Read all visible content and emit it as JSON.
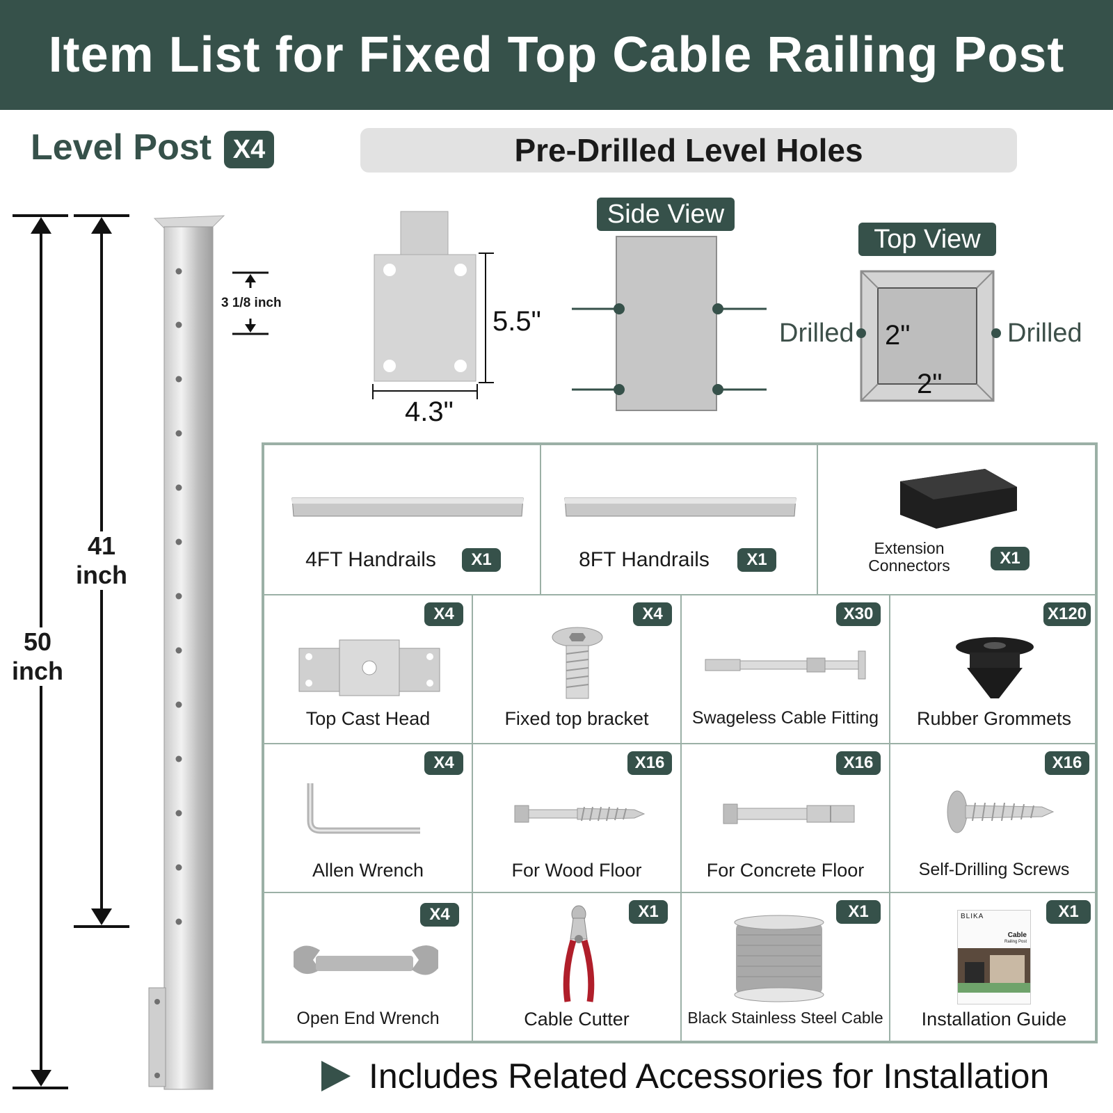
{
  "title": "Item List for Fixed Top Cable Railing Post",
  "level_post": {
    "label": "Level Post",
    "qty": "X4"
  },
  "pre_drilled": "Pre-Drilled Level Holes",
  "dimensions": {
    "total_height": "50\ninch",
    "inner_height": "41\ninch",
    "hole_spacing": "3 1/8 inch",
    "base_height": "5.5\"",
    "base_width": "4.3\""
  },
  "side_view": "Side View",
  "top_view": {
    "label": "Top View",
    "left": "Drilled",
    "right": "Drilled",
    "dim_a": "2\"",
    "dim_b": "2\""
  },
  "items_row1": [
    {
      "label": "4FT Handrails",
      "qty": "X1",
      "icon": "handrail-4ft-icon"
    },
    {
      "label": "8FT Handrails",
      "qty": "X1",
      "icon": "handrail-8ft-icon"
    },
    {
      "label": "Extension\nConnectors",
      "qty": "X1",
      "icon": "connector-block-icon"
    }
  ],
  "items_row2": [
    {
      "label": "Top Cast Head",
      "qty": "X4",
      "icon": "cast-head-icon"
    },
    {
      "label": "Fixed top bracket",
      "qty": "X4",
      "icon": "flat-screw-icon"
    },
    {
      "label": "Swageless Cable Fitting",
      "qty": "X30",
      "icon": "cable-fitting-icon"
    },
    {
      "label": "Rubber Grommets",
      "qty": "X120",
      "icon": "grommet-icon"
    }
  ],
  "items_row3": [
    {
      "label": "Allen Wrench",
      "qty": "X4",
      "icon": "allen-wrench-icon"
    },
    {
      "label": "For Wood Floor",
      "qty": "X16",
      "icon": "lag-screw-icon"
    },
    {
      "label": "For Concrete Floor",
      "qty": "X16",
      "icon": "anchor-bolt-icon"
    },
    {
      "label": "Self-Drilling Screws",
      "qty": "X16",
      "icon": "self-drilling-screw-icon"
    }
  ],
  "items_row4": [
    {
      "label": "Open End Wrench",
      "qty": "X4",
      "icon": "open-end-wrench-icon"
    },
    {
      "label": "Cable Cutter",
      "qty": "X1",
      "icon": "cable-cutter-icon"
    },
    {
      "label": "Black Stainless Steel Cable",
      "qty": "X1",
      "icon": "cable-spool-icon"
    },
    {
      "label": "Installation Guide",
      "qty": "X1",
      "icon": "guide-booklet-icon"
    }
  ],
  "guide_cover": {
    "brand": "BLIKA",
    "title": "Cable",
    "subtitle": "Railing Post"
  },
  "footer": "Includes Related Accessories for Installation"
}
